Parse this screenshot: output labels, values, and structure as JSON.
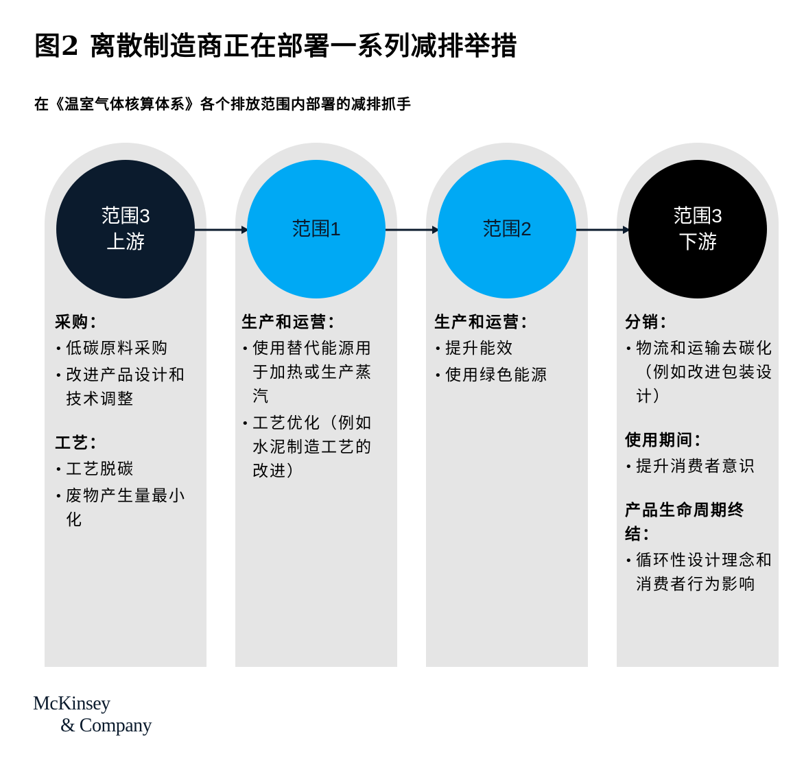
{
  "title": "图2 离散制造商正在部署一系列减排举措",
  "subtitle": "在《温室气体核算体系》各个排放范围内部署的减排抓手",
  "colors": {
    "column_bg": "#e5e5e5",
    "dark_navy": "#0b1b2d",
    "bright_blue": "#00a9f4",
    "black": "#000000"
  },
  "columns": [
    {
      "circle_lines": [
        "范围3",
        "上游"
      ],
      "sections": [
        {
          "title": "采购：",
          "items": [
            "低碳原料采购",
            "改进产品设计和技术调整"
          ]
        },
        {
          "title": "工艺：",
          "items": [
            "工艺脱碳",
            "废物产生量最小化"
          ]
        }
      ]
    },
    {
      "circle_lines": [
        "范围1"
      ],
      "sections": [
        {
          "title": "生产和运营：",
          "items": [
            "使用替代能源用于加热或生产蒸汽",
            "工艺优化（例如水泥制造工艺的改进）"
          ]
        }
      ]
    },
    {
      "circle_lines": [
        "范围2"
      ],
      "sections": [
        {
          "title": "生产和运营：",
          "items": [
            "提升能效",
            "使用绿色能源"
          ]
        }
      ]
    },
    {
      "circle_lines": [
        "范围3",
        "下游"
      ],
      "sections": [
        {
          "title": "分销：",
          "items": [
            "物流和运输去碳化（例如改进包装设计）"
          ]
        },
        {
          "title": "使用期间：",
          "items": [
            "提升消费者意识"
          ]
        },
        {
          "title": "产品生命周期终结：",
          "items": [
            "循环性设计理念和消费者行为影响"
          ]
        }
      ]
    }
  ],
  "logo": {
    "line1": "McKinsey",
    "line2": "& Company"
  }
}
